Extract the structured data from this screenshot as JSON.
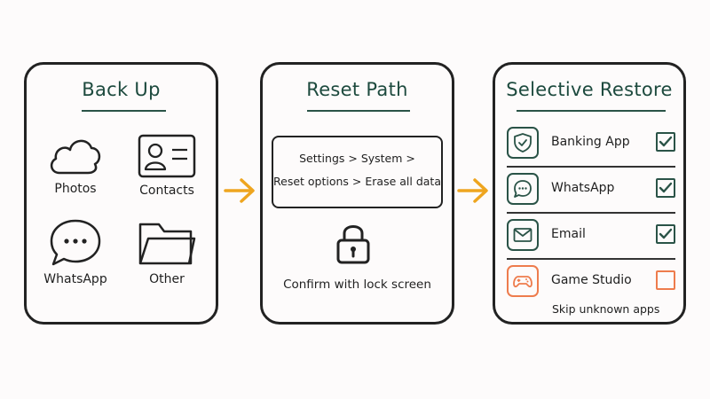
{
  "backup": {
    "title": "Back Up",
    "items": [
      {
        "label": "Photos",
        "icon": "cloud-icon"
      },
      {
        "label": "Contacts",
        "icon": "contact-card-icon"
      },
      {
        "label": "WhatsApp",
        "icon": "chat-bubble-icon"
      },
      {
        "label": "Other",
        "icon": "folder-icon"
      }
    ]
  },
  "reset": {
    "title": "Reset Path",
    "path_line1": "Settings > System >",
    "path_line2": "Reset options > Erase all data",
    "confirm": "Confirm with lock screen"
  },
  "restore": {
    "title": "Selective Restore",
    "apps": [
      {
        "label": "Banking App",
        "icon": "shield-icon",
        "checked": true
      },
      {
        "label": "WhatsApp",
        "icon": "chat-bubble-icon",
        "checked": true
      },
      {
        "label": "Email",
        "icon": "envelope-icon",
        "checked": true
      },
      {
        "label": "Game Studio",
        "icon": "gamepad-icon",
        "checked": false
      }
    ],
    "note": "Skip unknown apps"
  },
  "colors": {
    "accent": "#1d4a3e",
    "arrow": "#eea51f",
    "warning": "#ee7c4d"
  }
}
